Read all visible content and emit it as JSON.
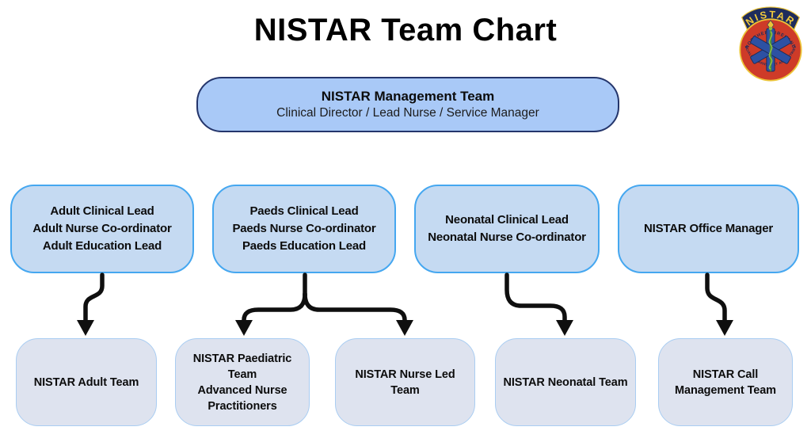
{
  "page": {
    "title": "NISTAR Team Chart"
  },
  "logo": {
    "banner_text": "NISTAR",
    "ring_top_text": "NORTHERN      IRELAND",
    "ring_bottom_text": "SPECIALIST TRANSPORT AND RETRIEVAL"
  },
  "chart": {
    "management": {
      "title": "NISTAR Management Team",
      "subtitle": "Clinical Director / Lead Nurse / Service Manager"
    },
    "middle_row": [
      {
        "lines": [
          "Adult Clinical Lead",
          "Adult Nurse Co-ordinator",
          "Adult Education Lead"
        ]
      },
      {
        "lines": [
          "Paeds Clinical Lead",
          "Paeds Nurse Co-ordinator",
          "Paeds Education Lead"
        ]
      },
      {
        "lines": [
          "Neonatal Clinical Lead",
          "Neonatal Nurse Co-ordinator"
        ]
      },
      {
        "lines": [
          "NISTAR Office Manager"
        ]
      }
    ],
    "bottom_row": [
      {
        "lines": [
          "NISTAR Adult Team"
        ]
      },
      {
        "lines": [
          "NISTAR Paediatric",
          "Team",
          "Advanced Nurse",
          "Practitioners"
        ]
      },
      {
        "lines": [
          "NISTAR Nurse Led",
          "Team"
        ]
      },
      {
        "lines": [
          "NISTAR Neonatal Team"
        ]
      },
      {
        "lines": [
          "NISTAR Call",
          "Management Team"
        ]
      }
    ],
    "edges": [
      {
        "from": "Adult Clinical Lead group",
        "to": "NISTAR Adult Team"
      },
      {
        "from": "Paeds Clinical Lead group",
        "to": "NISTAR Paediatric Team Advanced Nurse Practitioners"
      },
      {
        "from": "Paeds Clinical Lead group",
        "to": "NISTAR Nurse Led Team"
      },
      {
        "from": "Neonatal Clinical Lead group",
        "to": "NISTAR Neonatal Team"
      },
      {
        "from": "NISTAR Office Manager",
        "to": "NISTAR Call Management Team"
      }
    ]
  },
  "colors": {
    "management_fill": "#a9c9f7",
    "management_border": "#24356b",
    "middle_fill": "#c5daf2",
    "middle_border": "#45a7f0",
    "bottom_fill": "#dee3ef",
    "bottom_border": "#a9cdf2",
    "arrow": "#0f0f0f",
    "badge_navy": "#1f2c5c",
    "badge_red": "#ce3b28",
    "badge_yellow": "#ecc437",
    "badge_blue": "#2d51a3",
    "badge_green": "#8cbf44"
  }
}
